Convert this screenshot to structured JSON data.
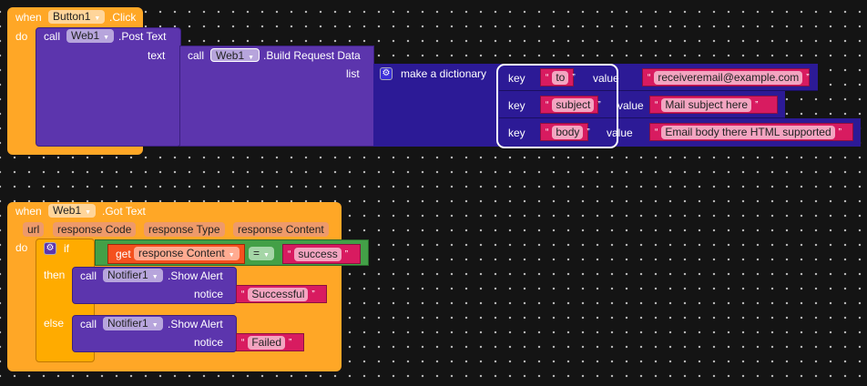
{
  "event1": {
    "when": "when",
    "component": "Button1",
    "event": ".Click",
    "do": "do",
    "post": {
      "call": "call",
      "component": "Web1",
      "method": ".Post Text",
      "arg": "text"
    },
    "build": {
      "call": "call",
      "component": "Web1",
      "method": ".Build Request Data",
      "arg": "list"
    },
    "dict": {
      "label": "make a dictionary",
      "key_label": "key",
      "value_label": "value",
      "pairs": [
        {
          "key": "to",
          "value": "receiveremail@example.com"
        },
        {
          "key": "subject",
          "value": "Mail subject here"
        },
        {
          "key": "body",
          "value": "Email body there HTML supported"
        }
      ]
    }
  },
  "event2": {
    "when": "when",
    "component": "Web1",
    "event": ".Got Text",
    "do": "do",
    "params": [
      "url",
      "response Code",
      "response Type",
      "response Content"
    ],
    "if_label": "if",
    "then_label": "then",
    "else_label": "else",
    "get": "get",
    "get_var": "response Content",
    "op": "=",
    "compare": "success",
    "then_call": {
      "call": "call",
      "component": "Notifier1",
      "method": ".Show Alert",
      "arg": "notice",
      "value": "Successful"
    },
    "else_call": {
      "call": "call",
      "component": "Notifier1",
      "method": ".Show Alert",
      "arg": "notice",
      "value": "Failed"
    }
  },
  "quote": "“",
  "quote_end": "”"
}
